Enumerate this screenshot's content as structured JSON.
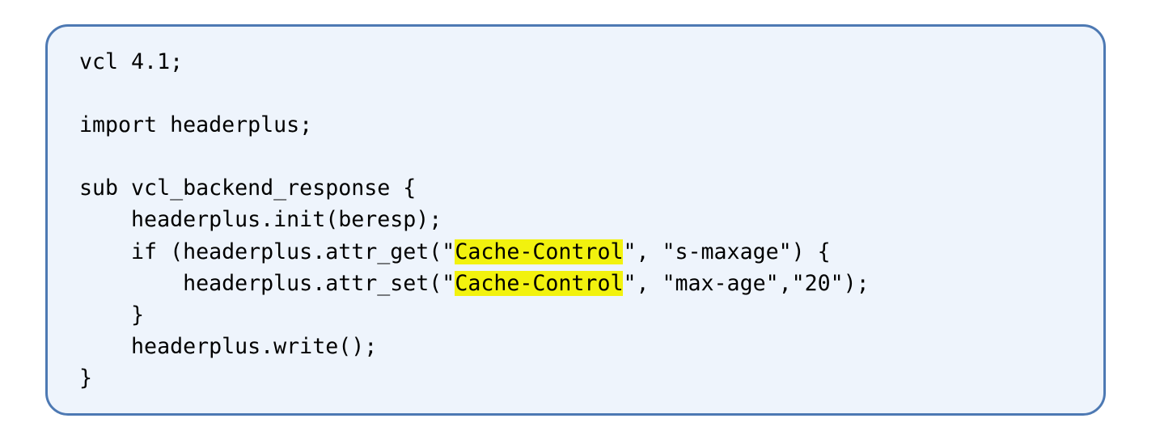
{
  "code": {
    "lines": [
      [
        "vcl 4.1;"
      ],
      [
        ""
      ],
      [
        "import headerplus;"
      ],
      [
        ""
      ],
      [
        "sub vcl_backend_response {"
      ],
      [
        "    headerplus.init(beresp);"
      ],
      [
        "    if (headerplus.attr_get(\"",
        "Cache-Control",
        "\", \"s-maxage\") {"
      ],
      [
        "        headerplus.attr_set(\"",
        "Cache-Control",
        "\", \"max-age\",\"20\");"
      ],
      [
        "    }"
      ],
      [
        "    headerplus.write();"
      ],
      [
        "}"
      ]
    ],
    "highlight_color": "#f2f20e",
    "border_color": "#4d79b3",
    "background_color": "#eef4fc"
  }
}
